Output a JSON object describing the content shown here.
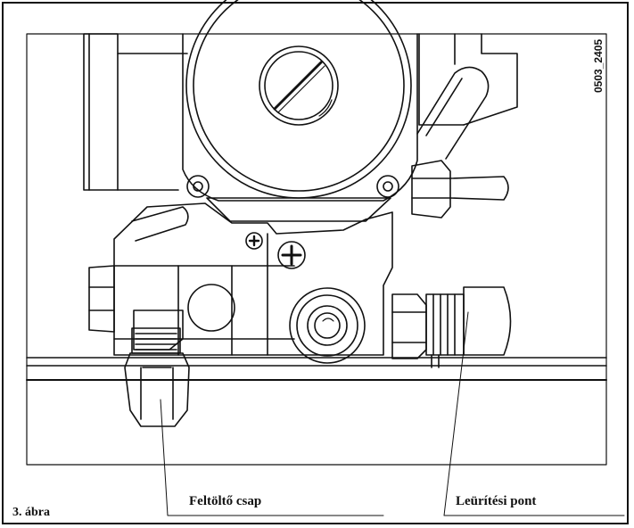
{
  "figure": {
    "drawing_code": "0503_2405",
    "caption": "3. ábra",
    "callouts": {
      "fill_valve": "Feltöltő csap",
      "drain_point": "Leürítési pont"
    }
  }
}
